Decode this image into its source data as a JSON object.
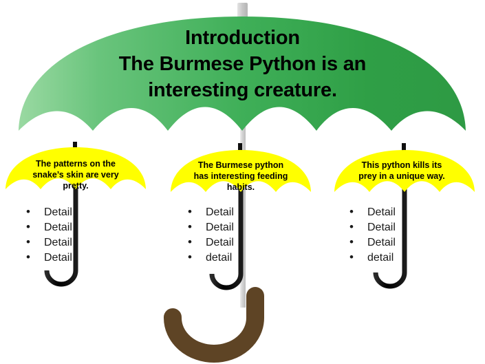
{
  "slide": {
    "type": "umbrella-organizer-diagram",
    "background_color": "#ffffff"
  },
  "main_umbrella": {
    "canopy_color_left": "#7ecb8a",
    "canopy_color_right": "#2f9e46",
    "finial_color": "#c9c9c9",
    "shaft_color": "#d9d9d9",
    "handle_color": "#5e4425",
    "title": "Introduction\nThe Burmese Python is an\ninteresting creature."
  },
  "sub_umbrellas": [
    {
      "canopy_color": "#ffff00",
      "shaft_color": "#111111",
      "handle_color": "#111111",
      "caption": "The patterns  on the\nsnake’s  skin  are very\npretty.",
      "bullets": [
        "Detail",
        "Detail",
        "Detail",
        "Detail"
      ]
    },
    {
      "canopy_color": "#ffff00",
      "shaft_color": "#111111",
      "handle_color": "#111111",
      "caption": "The Burmese python\nhas interesting  feeding\nhabits.",
      "bullets": [
        "Detail",
        "Detail",
        "Detail",
        "detail"
      ]
    },
    {
      "canopy_color": "#ffff00",
      "shaft_color": "#111111",
      "handle_color": "#111111",
      "caption": "This python  kills its\nprey in a unique  way.",
      "bullets": [
        "Detail",
        "Detail",
        "Detail",
        "detail"
      ]
    }
  ]
}
